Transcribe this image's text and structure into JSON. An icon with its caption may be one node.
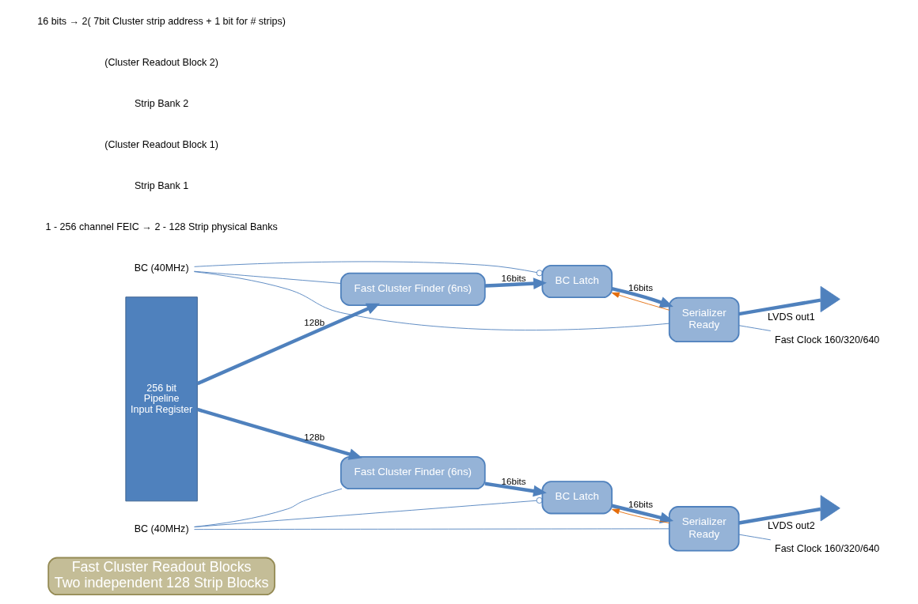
{
  "diagram": {
    "nodes": [
      {
        "text": [
          "Fast Cluster Readout Blocks",
          "Two independent 128 Strip Blocks"
        ]
      },
      {
        "text": [
          "256 bit",
          "Pipeline",
          "Input Register"
        ]
      },
      {
        "text": [
          "Fast Cluster Finder (6ns)"
        ]
      },
      {
        "text": [
          "BC Latch"
        ]
      },
      {
        "text": [
          "Serializer",
          "Ready"
        ]
      },
      {
        "text": [],
        "shape": "triangle",
        "beside": [
          "LVDS out1"
        ]
      },
      {
        "text": [
          "BC (40MHz)"
        ]
      },
      {
        "text": [
          "Fast Clock 160/320/640"
        ]
      },
      {
        "text": [
          "Fast Cluster Finder (6ns)"
        ]
      },
      {
        "text": [
          "BC Latch"
        ]
      },
      {
        "text": [
          "Serializer",
          "Ready"
        ]
      },
      {
        "text": [],
        "shape": "triangle",
        "beside": [
          "LVDS out2"
        ]
      },
      {
        "text": [
          "BC (40MHz)"
        ]
      },
      {
        "text": [
          "Fast Clock 160/320/640"
        ]
      }
    ],
    "edges": [
      {
        "from": 1,
        "to": 2,
        "arrow": "to",
        "label": "128b",
        "style": "thick"
      },
      {
        "from": 2,
        "to": 3,
        "arrow": "to",
        "label": "16bits",
        "style": "thick"
      },
      {
        "from": 3,
        "to": 4,
        "arrow": "to",
        "label": "16bits",
        "style": "thick"
      },
      {
        "from": 4,
        "to": 3,
        "arrow": "to",
        "color": "#e46c0a"
      },
      {
        "from": 4,
        "to": 5,
        "arrow": "none",
        "style": "thick"
      },
      {
        "from": 6,
        "to": 2,
        "arrow": "none"
      },
      {
        "from": 6,
        "to": 3,
        "arrow": "other"
      },
      {
        "from": 6,
        "to": 4,
        "arrow": "none"
      },
      {
        "from": 4,
        "to": 7,
        "arrow": "none"
      },
      {
        "from": 1,
        "to": 8,
        "arrow": "to",
        "label": "128b",
        "style": "thick"
      },
      {
        "from": 8,
        "to": 9,
        "arrow": "to",
        "label": "16bits",
        "style": "thick"
      },
      {
        "from": 9,
        "to": 10,
        "arrow": "to",
        "label": "16bits",
        "style": "thick"
      },
      {
        "from": 10,
        "to": 9,
        "arrow": "to",
        "color": "#e46c0a"
      },
      {
        "from": 10,
        "to": 11,
        "arrow": "none",
        "style": "thick"
      },
      {
        "from": 12,
        "to": 8,
        "arrow": "none"
      },
      {
        "from": 12,
        "to": 9,
        "arrow": "other"
      },
      {
        "from": 12,
        "to": 10,
        "arrow": "none"
      },
      {
        "from": 10,
        "to": 13,
        "arrow": "none"
      }
    ],
    "labels": [
      "1 - 256 channel FEIC → 2 - 128 Strip physical Banks",
      "Strip Bank 1",
      "(Cluster Readout Block 1)",
      "Strip Bank 2",
      "(Cluster Readout Block 2)",
      "16 bits → 2( 7bit Cluster strip address + 1 bit for # strips)"
    ]
  }
}
